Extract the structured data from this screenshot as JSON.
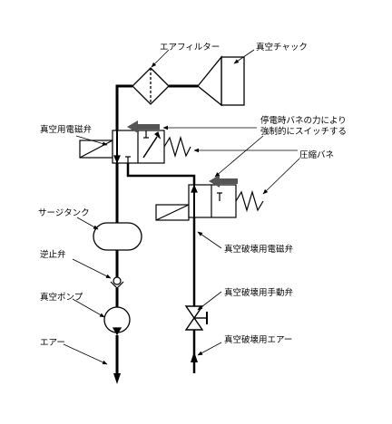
{
  "labels": {
    "air_filter": "エアフィルター",
    "vacuum_chuck": "真空チャック",
    "vacuum_solenoid_valve": "真空用電磁弁",
    "spring_note_line1": "停電時バネの力により",
    "spring_note_line2": "強制的にスイッチする",
    "compression_spring": "圧縮バネ",
    "surge_tank": "サージタンク",
    "check_valve": "逆止弁",
    "vacuum_pump": "真空ポンプ",
    "air": "エアー",
    "vacuum_break_solenoid_valve": "真空破壊用電磁弁",
    "vacuum_break_manual_valve": "真空破壊用手動弁",
    "vacuum_break_air": "真空破壊用エアー"
  }
}
